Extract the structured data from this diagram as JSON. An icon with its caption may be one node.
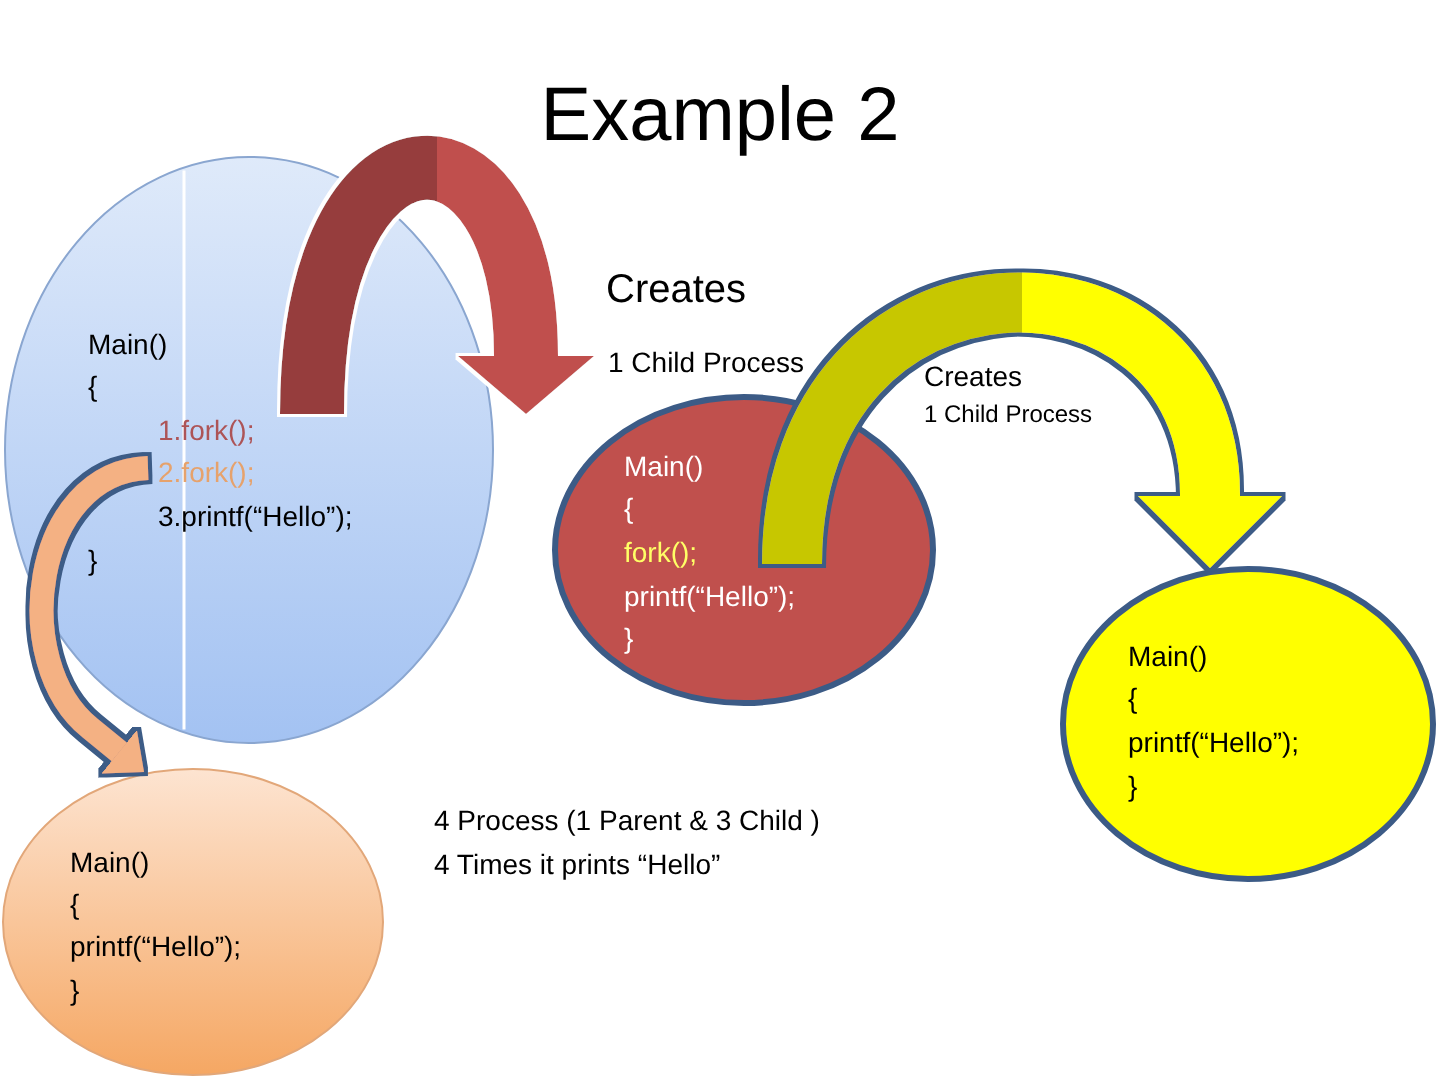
{
  "diagram": {
    "title": "Example 2",
    "nodes": [
      {
        "text": [
          "Main()",
          "{",
          "1.fork();",
          "2.fork();",
          "3.printf(“Hello”);",
          "}"
        ]
      },
      {
        "text": [
          "Main()",
          "{",
          "fork();",
          "printf(“Hello”);",
          "}"
        ]
      },
      {
        "text": [
          "Main()",
          "{",
          "printf(“Hello”);",
          "}"
        ]
      },
      {
        "text": [
          "Main()",
          "{",
          "printf(“Hello”);",
          "}"
        ]
      }
    ],
    "edges": [
      {
        "from": 0,
        "to": 1,
        "arrow": "to",
        "color": "#c0504d"
      },
      {
        "from": 0,
        "to": 3,
        "arrow": "to",
        "color": "#f4b183"
      },
      {
        "from": 1,
        "to": 2,
        "arrow": "to",
        "color": "#ffff00"
      }
    ],
    "labels": [
      "Creates",
      "1 Child Process",
      "Creates",
      "1 Child Process",
      "4 Process (1 Parent & 3 Child )",
      "4 Times it prints “Hello”"
    ]
  }
}
